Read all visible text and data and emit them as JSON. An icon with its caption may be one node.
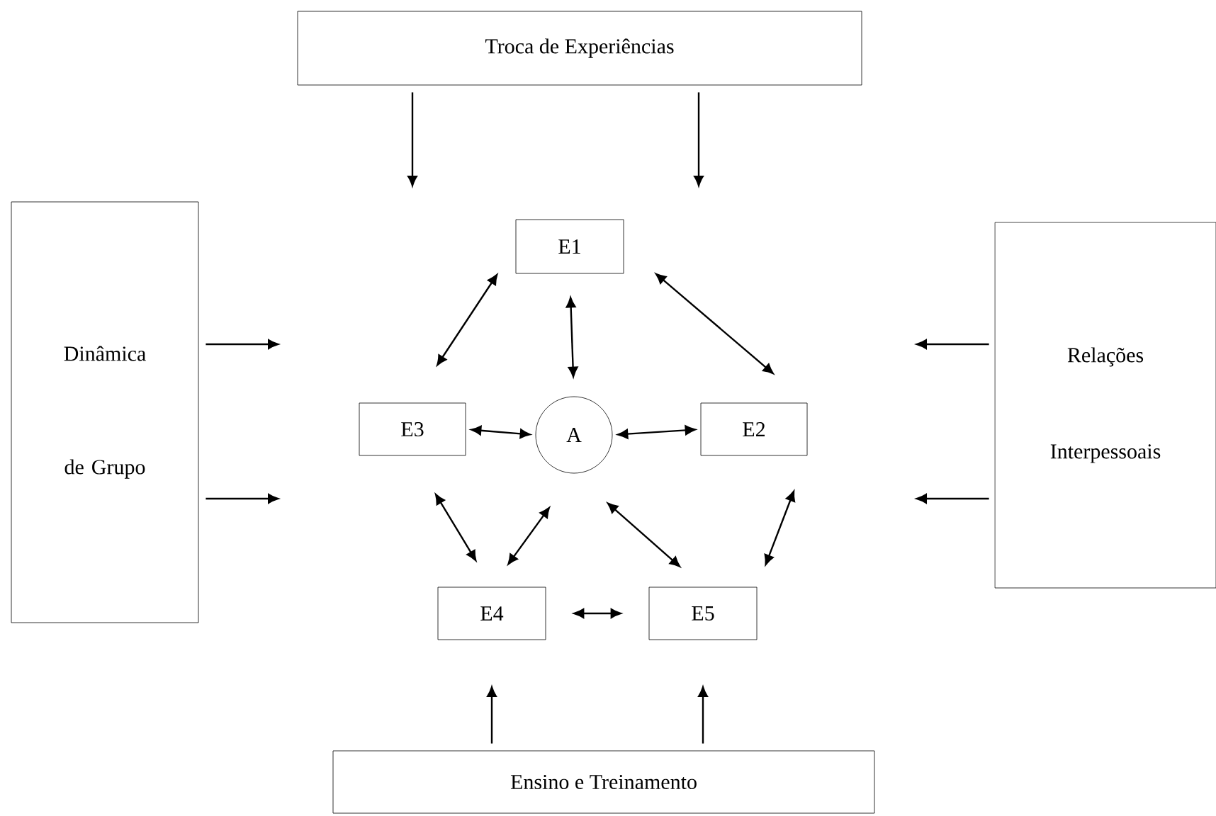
{
  "diagram": {
    "nodes": [
      {
        "text": [
          "Troca de Experiências"
        ]
      },
      {
        "text": [
          "Dinâmica de Grupo"
        ]
      },
      {
        "text": [
          "E1"
        ]
      },
      {
        "text": [
          "Relações Interpessoais"
        ]
      },
      {
        "text": [
          "E3"
        ]
      },
      {
        "text": [
          "A"
        ]
      },
      {
        "text": [
          "E2"
        ]
      },
      {
        "text": [
          "E4"
        ]
      },
      {
        "text": [
          "E5"
        ]
      },
      {
        "text": [
          "Ensino e Treinamento"
        ]
      }
    ],
    "edges": [
      {
        "from": 0,
        "to": null,
        "arrow": "to"
      },
      {
        "from": 0,
        "to": null,
        "arrow": "to"
      },
      {
        "from": 1,
        "to": null,
        "arrow": "to"
      },
      {
        "from": 1,
        "to": null,
        "arrow": "to"
      },
      {
        "from": 3,
        "to": null,
        "arrow": "to"
      },
      {
        "from": 3,
        "to": null,
        "arrow": "to"
      },
      {
        "from": 9,
        "to": null,
        "arrow": "to"
      },
      {
        "from": 9,
        "to": null,
        "arrow": "to"
      },
      {
        "from": 2,
        "to": 4,
        "arrow": "both"
      },
      {
        "from": 2,
        "to": 6,
        "arrow": "both"
      },
      {
        "from": 2,
        "to": 5,
        "arrow": "both"
      },
      {
        "from": 4,
        "to": 5,
        "arrow": "both"
      },
      {
        "from": 5,
        "to": 6,
        "arrow": "both"
      },
      {
        "from": 4,
        "to": 7,
        "arrow": "both"
      },
      {
        "from": 7,
        "to": 5,
        "arrow": "both"
      },
      {
        "from": 5,
        "to": 8,
        "arrow": "both"
      },
      {
        "from": 8,
        "to": 6,
        "arrow": "both"
      },
      {
        "from": 7,
        "to": 8,
        "arrow": "both"
      }
    ]
  }
}
